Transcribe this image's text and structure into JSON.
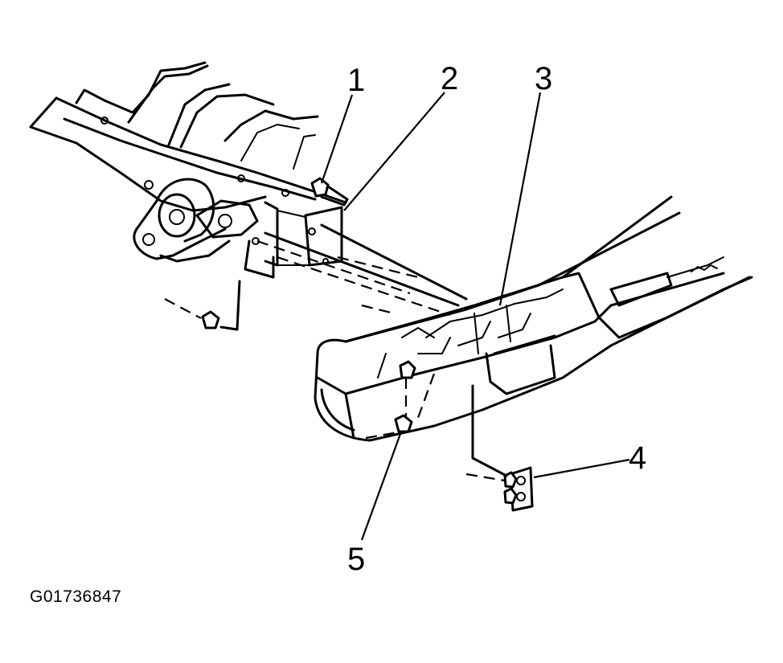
{
  "figure": {
    "id": "G01736847",
    "callouts": [
      "1",
      "2",
      "3",
      "4",
      "5"
    ]
  },
  "colors": {
    "ink": "#000000",
    "paper": "#ffffff"
  }
}
